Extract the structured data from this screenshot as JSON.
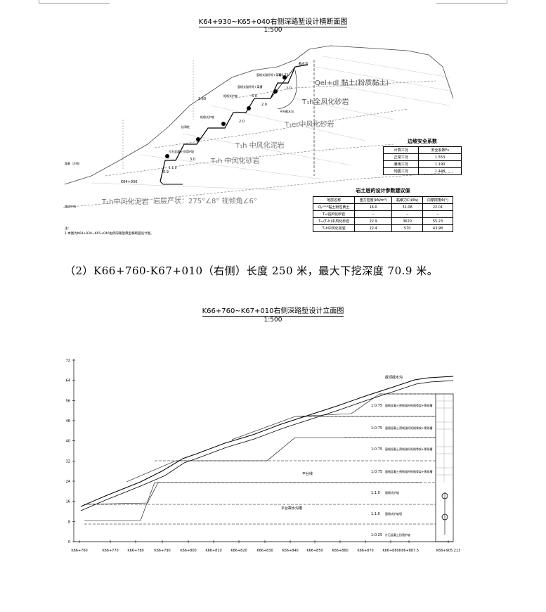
{
  "drawing1": {
    "title": "K64+930~K65+040右侧深路堑设计横断面图",
    "scale": "1:500",
    "labels": {
      "top_ditch": "截水沟",
      "frame_anchor_1": "窗格式锚杆框+菜槽",
      "frame_anchor_2": "窗格式锚杆框+菜槽",
      "lattice_1": "框格式护坡",
      "lattice_2": "框格式护坡",
      "bench_ditch": "平台截水沟",
      "platform_wall": "片石混凝土挡墙护坡",
      "pile": "抗滑桩",
      "slope_ratio_1": "1:1.0",
      "slope_ratio_2": "1:0.75",
      "width_1": "2.0",
      "width_2": "2.0",
      "width_3": "2.0",
      "layer_qel": "Qel+dl 黏土(粉质黏土)",
      "layer_t1": "T₁h全风化砂岩",
      "layer_t2": "T₁er中风化砂岩",
      "layer_t3": "T₁h 中风化泥岩",
      "layer_t4": "T₁h 中风化砂岩",
      "layer_t5": "T₁h中风化泥岩",
      "station": "K64+930",
      "attitude": "岩层产状：275°∠8°  视倾角∠6°",
      "left_note": "路基（左侧）",
      "left_note2": "路线中线",
      "elev": [
        "2.60",
        "5.0",
        "0.9",
        "3.0"
      ]
    },
    "safety_table": {
      "caption": "边坡安全系数",
      "headers": [
        "计算工况",
        "安全系数Fs"
      ],
      "rows": [
        [
          "正常工况",
          "1.553"
        ],
        [
          "暴雨工况",
          "1.190"
        ],
        [
          "地震工况",
          "1.448"
        ]
      ]
    },
    "param_table": {
      "caption": "岩土层的设计参数建议值",
      "headers": [
        "地层名称",
        "重力密度(kN/m³)",
        "黏聚力C(kPa)",
        "内摩擦角Φ(°)"
      ],
      "rows": [
        [
          "Qₚᵉˡ⁺ᵈˡ黏土粉性黄土",
          "16.0",
          "31.08",
          "22.01"
        ],
        [
          "T₂ₕ强风化砂岩",
          "--",
          "--",
          "--"
        ],
        [
          "T₂ₕ(T₂h)中风化砂岩",
          "22.9",
          "3620",
          "55.23"
        ],
        [
          "T₂h中风化泥岩",
          "22.4",
          "570",
          "43.98"
        ]
      ]
    },
    "notes": [
      "注:",
      "1.本图为K64+930~K65+040右侧深路堑典型横断面设计图。"
    ]
  },
  "paragraph": "（2）K66+760-K67+010（右侧）长度 250 米，最大下挖深度 70.9 米。",
  "drawing2": {
    "title": "K66+760~K67+010右侧深路堑设计立面图",
    "scale": "1:500",
    "y_axis": [
      "72",
      "64",
      "56",
      "48",
      "40",
      "32",
      "24",
      "16",
      "8",
      "0"
    ],
    "stations": [
      "K66+760",
      "K66+770",
      "K66+780",
      "K66+790",
      "K66+800",
      "K66+810",
      "K66+820",
      "K66+830",
      "K66+840",
      "K66+850",
      "K66+860",
      "K66+870",
      "K66+880",
      "K66+887.5",
      "K66+905.213"
    ],
    "levels": [
      {
        "ratio": "1:0.75",
        "desc": "窗格混凝土预制锚杆框格骨架+景观槽"
      },
      {
        "ratio": "1:0.75",
        "desc": "窗格混凝土预制锚杆框格骨架+景观槽"
      },
      {
        "ratio": "1:0.75",
        "desc": "窗格混凝土预制锚杆框格骨架+景观槽"
      },
      {
        "ratio": "1:0.75",
        "desc": "窗格混凝土预制锚杆框格骨架+景观槽"
      },
      {
        "ratio": "1:1.0",
        "desc": "窗格式护坡"
      },
      {
        "ratio": "1:1.0",
        "desc": "窗格式护坡墙"
      },
      {
        "ratio": "1:0.25",
        "desc": "片石混凝土挡墙护坡"
      }
    ],
    "labels": {
      "top_ditch": "截顶截水沟",
      "bench": "平台线",
      "bench_ditch": "平台截水沟槽"
    }
  }
}
